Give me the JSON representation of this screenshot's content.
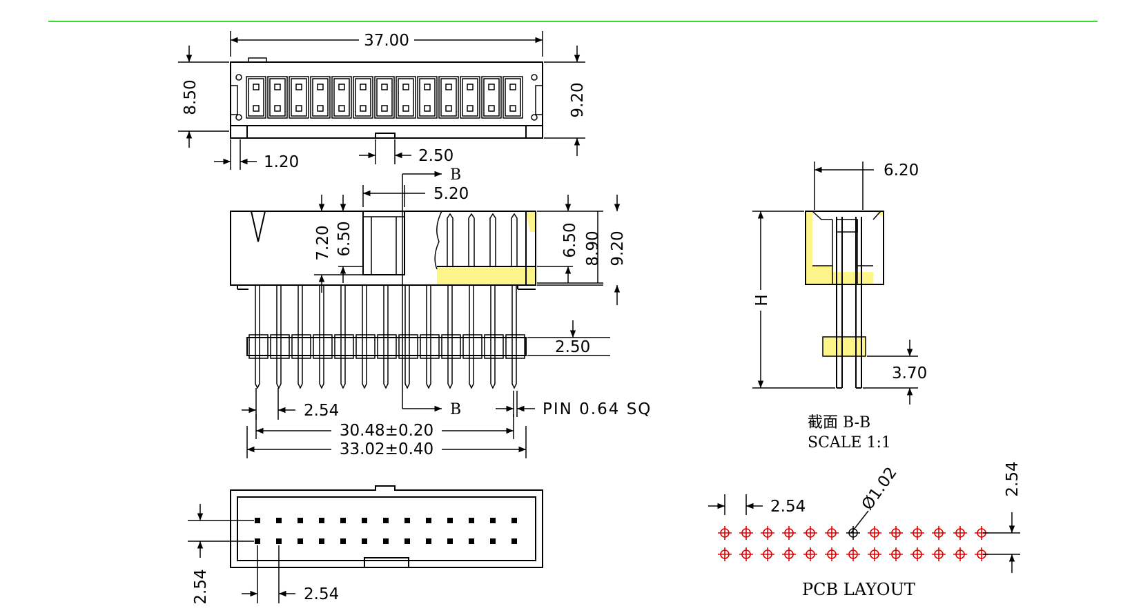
{
  "dimensions": {
    "top_width": "37.00",
    "top_left_height": "8.50",
    "top_right_height": "9.20",
    "edge_offset": "1.20",
    "notch_width": "2.50",
    "section_mark": "B",
    "latch_width": "5.20",
    "body_h1": "7.20",
    "body_h2": "6.50",
    "side_h1": "6.50",
    "side_h2": "8.90",
    "side_h3": "9.20",
    "standoff": "2.50",
    "pitch": "2.54",
    "pin_size": "PIN 0.64 SQ",
    "span_inner": "30.48±0.20",
    "span_outer": "33.02±0.40",
    "section_width": "6.20",
    "height_label": "H",
    "tail": "3.70",
    "bottom_pitch_v": "2.54",
    "bottom_pitch_h": "2.54",
    "pcb_pitch_h": "2.54",
    "pcb_pitch_v": "2.54",
    "hole_dia": "Ø1.02"
  },
  "section_view": {
    "title": "截面 B-B",
    "scale": "SCALE 1:1"
  },
  "pcb": {
    "title": "PCB LAYOUT",
    "columns": 13,
    "rows": 2
  },
  "colors": {
    "rule": "#33dd33",
    "hatch": "#fdf48a",
    "pcb_holes": "#e00000"
  }
}
